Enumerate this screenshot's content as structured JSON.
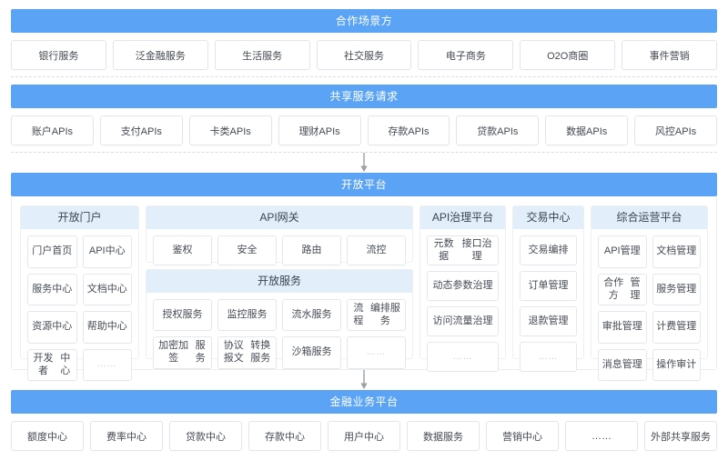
{
  "colors": {
    "band_blue": "#5ba4f5",
    "panel_header_blue": "#e2effb",
    "cell_border": "#e4e8ec",
    "gray_cell": "#d8d8d8",
    "dashed_sep": "#d8dde3"
  },
  "bands": {
    "partners": {
      "title": "合作场景方",
      "items": [
        "银行服务",
        "泛金融服务",
        "生活服务",
        "社交服务",
        "电子商务",
        "O2O商圈",
        "事件营销"
      ]
    },
    "shared_requests": {
      "title": "共享服务请求",
      "items": [
        "账户APIs",
        "支付APIs",
        "卡类APIs",
        "理财APIs",
        "存款APIs",
        "贷款APIs",
        "数据APIs",
        "风控APIs"
      ]
    },
    "open_platform": {
      "title": "开放平台",
      "panels": {
        "portal": {
          "title": "开放门户",
          "items": [
            "门户\n首页",
            "API\n中心",
            "服务\n中心",
            "文档\n中心",
            "资源\n中心",
            "帮助\n中心",
            "开发者\n中心",
            "……"
          ]
        },
        "gateway": {
          "title": "API网关",
          "items": [
            "鉴权",
            "安全",
            "路由",
            "流控"
          ]
        },
        "open_service": {
          "title": "开放服务",
          "items": [
            "授权\n服务",
            "监控\n服务",
            "流水\n服务",
            "流程\n编排服务",
            "加密加签\n服务",
            "协议报文\n转换服务",
            "沙箱\n服务",
            "……"
          ]
        },
        "governance": {
          "title": "API治理平台",
          "items": [
            "元数据\n接口治理",
            "动态\n参数治理",
            "访问\n流量治理",
            "……"
          ]
        },
        "trade": {
          "title": "交易中心",
          "items": [
            "交易编排",
            "订单管理",
            "退款管理",
            "……"
          ]
        },
        "operations": {
          "title": "综合运营平台",
          "items": [
            "API\n管理",
            "文档\n管理",
            "合作方\n管理",
            "服务\n管理",
            "审批\n管理",
            "计费\n管理",
            "消息\n管理",
            "操作\n审计"
          ]
        }
      }
    },
    "business_platform": {
      "title": "金融业务平台",
      "items": [
        "额度\n中心",
        "费率\n中心",
        "贷款\n中心",
        "存款\n中心",
        "用户\n中心",
        "数据\n服务",
        "营销\n中心",
        "……",
        "外部\n共享服务"
      ]
    }
  },
  "arrows": {
    "to_platform": "down-arrow",
    "to_business": "down-arrow"
  }
}
